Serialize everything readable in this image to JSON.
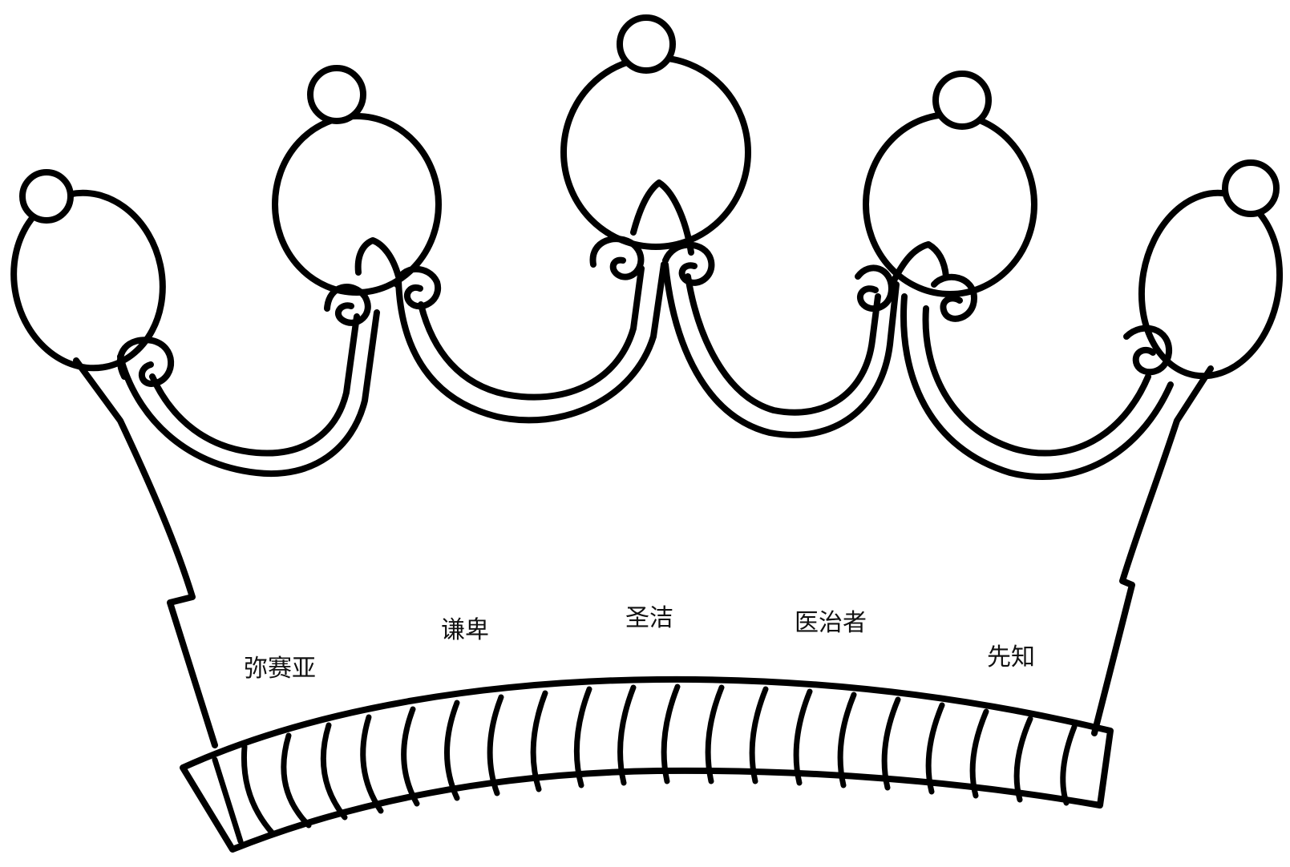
{
  "crown": {
    "labels": [
      {
        "id": "mi-sai-ya",
        "text": "弥赛亚"
      },
      {
        "id": "qian-bei",
        "text": "谦卑"
      },
      {
        "id": "sheng-jie",
        "text": "圣洁"
      },
      {
        "id": "yi-zhi-zhe",
        "text": "医治者"
      },
      {
        "id": "xian-zhi",
        "text": "先知"
      }
    ]
  }
}
